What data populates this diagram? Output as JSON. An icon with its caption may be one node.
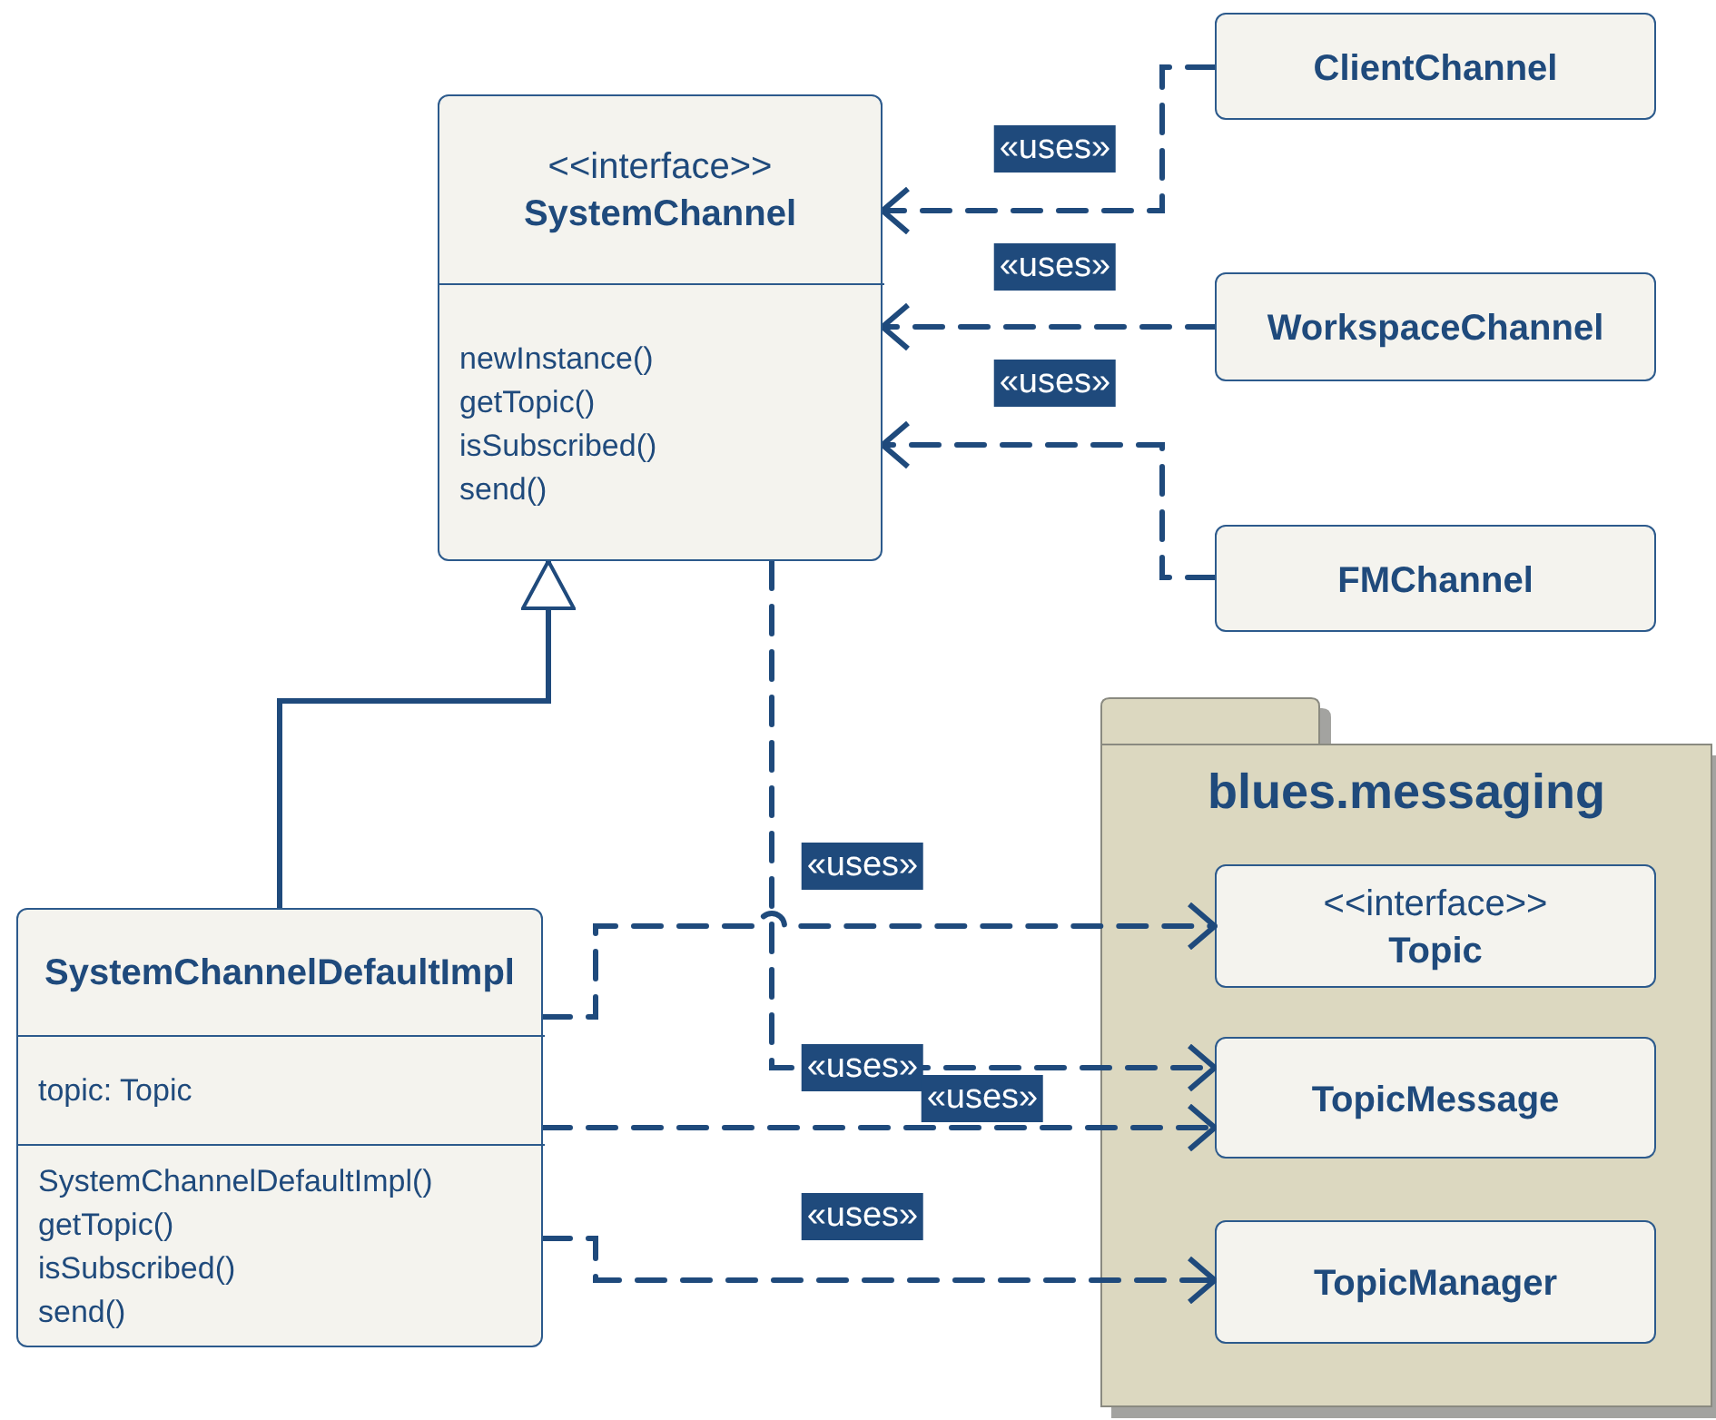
{
  "diagram": {
    "nodes": [
      {
        "text": [
          "<<interface>>",
          "SystemChannel"
        ]
      },
      {
        "text": [
          "newInstance()",
          "getTopic()",
          "isSubscribed()",
          "send()"
        ],
        "in": 0
      },
      {
        "text": [
          "ClientChannel"
        ]
      },
      {
        "text": [
          "WorkspaceChannel"
        ]
      },
      {
        "text": [
          "FMChannel"
        ]
      },
      {
        "text": [
          "blues.messaging"
        ]
      },
      {
        "text": [
          "<<interface>>",
          "Topic"
        ],
        "in": 5
      },
      {
        "text": [
          "TopicMessage"
        ],
        "in": 5
      },
      {
        "text": [
          "TopicManager"
        ],
        "in": 5
      },
      {
        "text": [
          "SystemChannelDefaultImpl"
        ]
      },
      {
        "text": [
          "topic: Topic"
        ],
        "in": 9
      },
      {
        "text": [
          "SystemChannelDefaultImpl()",
          "getTopic()",
          "isSubscribed()",
          "send()"
        ],
        "in": 9
      }
    ],
    "edges": [
      {
        "from": 2,
        "to": 0,
        "arrow": "to",
        "label": "«uses»",
        "style": "dashed"
      },
      {
        "from": 3,
        "to": 0,
        "arrow": "to",
        "label": "«uses»",
        "style": "dashed"
      },
      {
        "from": 4,
        "to": 0,
        "arrow": "to",
        "label": "«uses»",
        "style": "dashed"
      },
      {
        "from": 9,
        "to": 0,
        "arrow": "to"
      },
      {
        "from": 9,
        "to": 6,
        "arrow": "to",
        "label": "«uses»",
        "style": "dashed"
      },
      {
        "from": 0,
        "to": 7,
        "arrow": "to",
        "label": "«uses»",
        "style": "dashed"
      },
      {
        "from": 10,
        "to": 7,
        "arrow": "to",
        "label": "«uses»",
        "style": "dashed"
      },
      {
        "from": 11,
        "to": 8,
        "arrow": "to",
        "label": "«uses»",
        "style": "dashed"
      }
    ]
  }
}
